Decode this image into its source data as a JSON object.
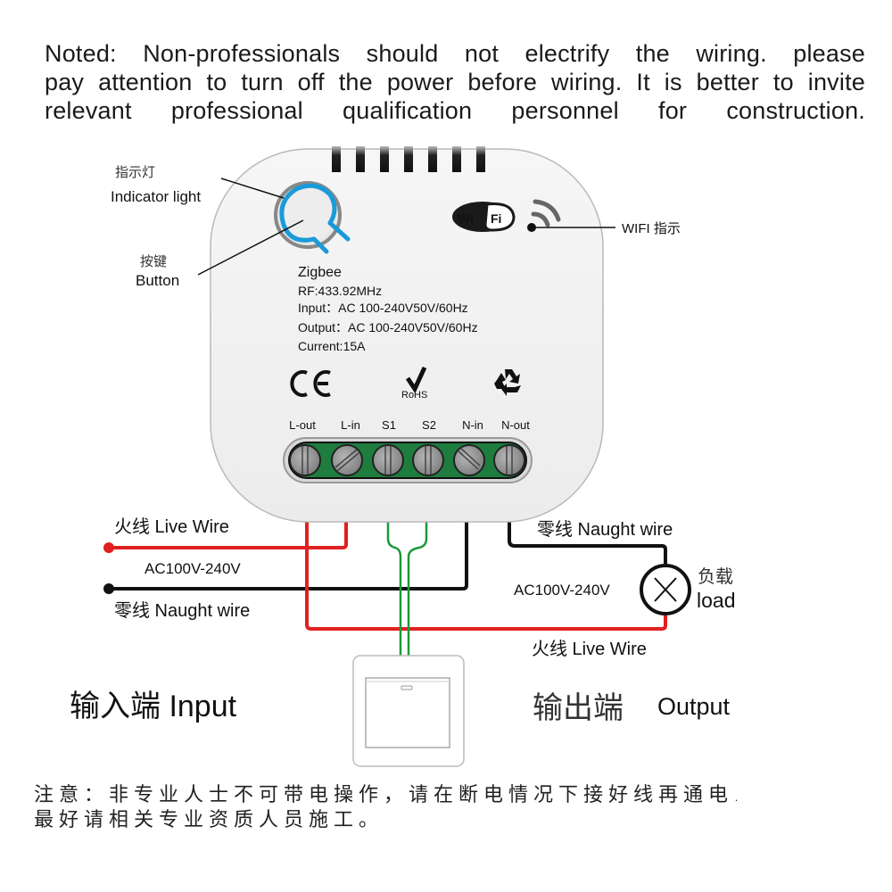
{
  "notice_en": {
    "lines": [
      "Noted: Non-professionals should not electrify the wiring. please",
      "pay attention to turn off the power before wiring. It is better to invite",
      "relevant professional qualification personnel for construction."
    ]
  },
  "device": {
    "callouts": {
      "indicator_cn": "指示灯",
      "indicator_en": "Indicator light",
      "button_cn": "按键",
      "button_en": "Button",
      "wifi": "WIFI 指示"
    },
    "wifi_logo": {
      "left": "Wi",
      "right": "Fi"
    },
    "specs": {
      "protocol": "Zigbee",
      "rf": "RF:433.92MHz",
      "input": "Input：AC 100-240V50V/60Hz",
      "output": "Output：AC 100-240V50V/60Hz",
      "current": "Current:15A"
    },
    "certifications": {
      "ce": "CE",
      "rohs": "RoHS",
      "recycle": "recycle"
    },
    "terminals": [
      "L-out",
      "L-in",
      "S1",
      "S2",
      "N-in",
      "N-out"
    ],
    "colors": {
      "indicator_ring": "#1a9ad9",
      "terminal_block": "#1e7d3e",
      "live_wire": "#e02020",
      "neutral_wire": "#111111",
      "switch_wire": "#1a9a3a"
    }
  },
  "wiring": {
    "input_live": "火线 Live Wire",
    "input_voltage": "AC100V-240V",
    "input_neutral": "零线 Naught wire",
    "output_neutral": "零线 Naught wire",
    "output_voltage": "AC100V-240V",
    "load_cn": "负载",
    "load_en": "load",
    "output_live": "火线  Live Wire",
    "input_section": "输入端 Input",
    "output_section_cn": "输出端",
    "output_section_en": "Output"
  },
  "notice_cn": {
    "lines": [
      "注意：非专业人士不可带电操作，请在断电情况下接好线再通电.",
      "最好请相关专业资质人员施工。"
    ]
  }
}
